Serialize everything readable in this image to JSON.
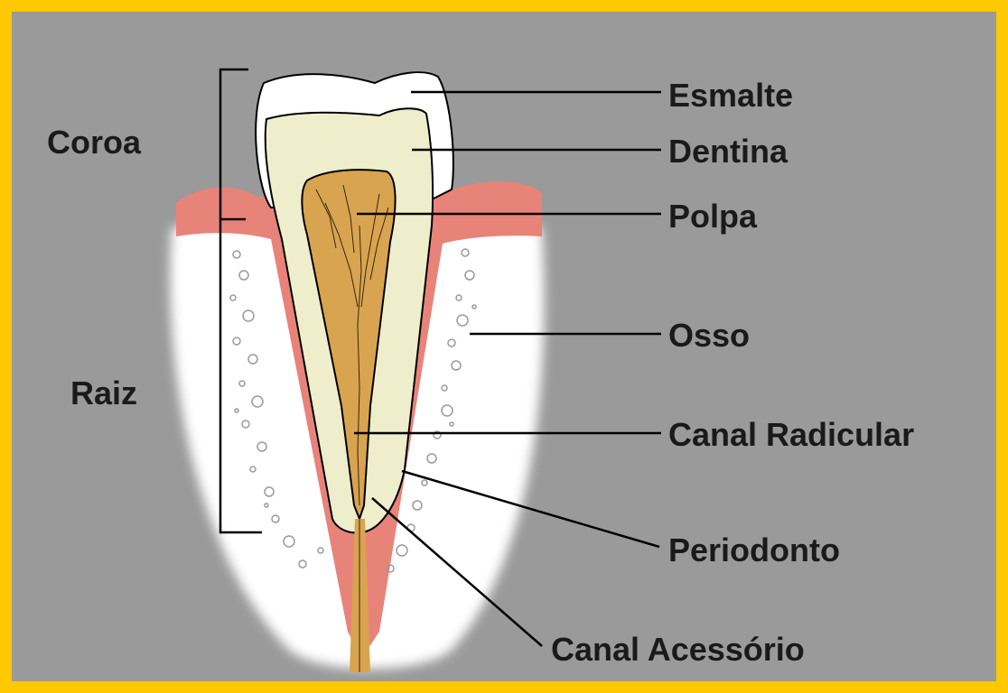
{
  "labels": {
    "coroa": "Coroa",
    "raiz": "Raiz",
    "esmalte": "Esmalte",
    "dentina": "Dentina",
    "polpa": "Polpa",
    "osso": "Osso",
    "canal_radicular": "Canal Radicular",
    "periodonto": "Periodonto",
    "canal_acessorio": "Canal Acessório"
  },
  "colors": {
    "frame": "#ffc800",
    "background": "#9a9a9a",
    "enamel": "#ffffff",
    "dentin": "#eeeecc",
    "pulp": "#d9a450",
    "gum": "#e8837a",
    "bone": "#ffffff",
    "line": "#000000"
  }
}
